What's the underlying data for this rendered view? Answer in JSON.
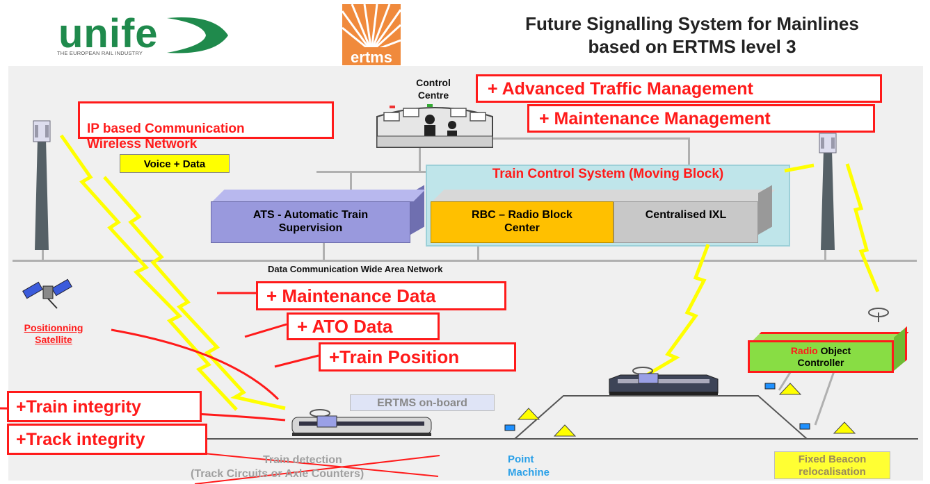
{
  "header": {
    "unife_logo": {
      "name": "unife",
      "tagline": "THE EUROPEAN RAIL INDUSTRY"
    },
    "ertms_logo": {
      "name": "ertms"
    },
    "title_line1": "Future Signalling System for Mainlines",
    "title_line2": "based on ERTMS level 3"
  },
  "diagram": {
    "control_centre": "Control\nCentre",
    "advanced_traffic": "+ Advanced Traffic  Management",
    "maintenance_management": "+ Maintenance Management",
    "ip_network": "IP based Communication\nWireless Network",
    "voice_data": "Voice + Data",
    "train_control_system": "Train Control System (Moving Block)",
    "ats": "ATS - Automatic Train\nSupervision",
    "rbc": "RBC – Radio Block\nCenter",
    "ixl": "Centralised IXL",
    "wan": "Data Communication  Wide Area Network",
    "maintenance_data": "+ Maintenance Data",
    "ato_data": "+ ATO Data",
    "train_position": "+Train Position",
    "positioning_satellite": "Positionning\nSatellite",
    "train_integrity": "+Train integrity",
    "track_integrity": "+Track integrity",
    "ertms_onboard": "ERTMS on-board",
    "train_detection_line1": "Train detection",
    "train_detection_line2": "(Track Circuits  or Axle Counters)",
    "point_machine": "Point\nMachine",
    "roc_radio": "Radio",
    "roc_object": " Object",
    "roc_controller": "Controller",
    "fixed_beacon": "Fixed Beacon\nrelocalisation"
  },
  "colors": {
    "red": "#ff1a1a",
    "yellow": "#ffff00",
    "tcs": "#bfe5ea",
    "ats": "#9999dd",
    "rbc": "#ffc000",
    "ixl": "#c8c8c8",
    "roc": "#88dd44",
    "unife_green": "#1f8a4c",
    "ertms_orange": "#f08a3c"
  }
}
